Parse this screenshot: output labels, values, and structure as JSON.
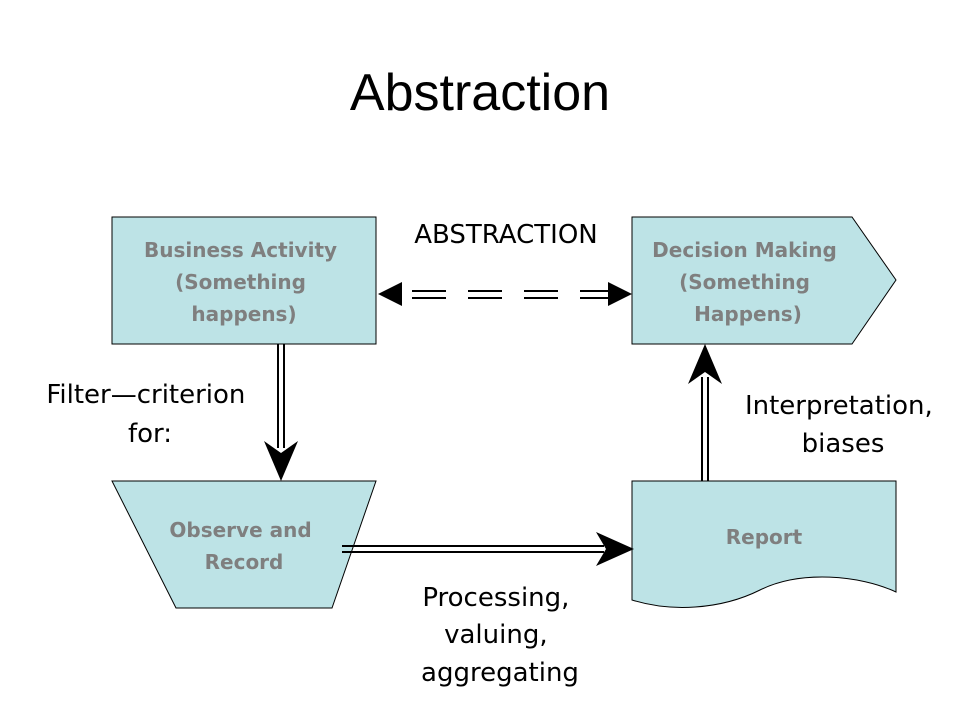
{
  "title": "Abstraction",
  "colors": {
    "box_fill": "#bde3e6",
    "box_text": "#7f7f7f",
    "line": "#000000"
  },
  "nodes": {
    "business_activity": {
      "lines": [
        "Business Activity",
        "(Something",
        "happens)"
      ]
    },
    "decision_making": {
      "lines": [
        "Decision Making",
        "(Something",
        "Happens)"
      ]
    },
    "observe_record": {
      "lines": [
        "Observe and",
        "Record"
      ]
    },
    "report": {
      "lines": [
        "Report"
      ]
    }
  },
  "edge_labels": {
    "abstraction": "ABSTRACTION",
    "filter": [
      "Filter—criterion",
      "for:"
    ],
    "interpretation": [
      "Interpretation,",
      "biases"
    ],
    "processing": [
      "Processing,",
      "valuing,",
      "aggregating"
    ]
  }
}
